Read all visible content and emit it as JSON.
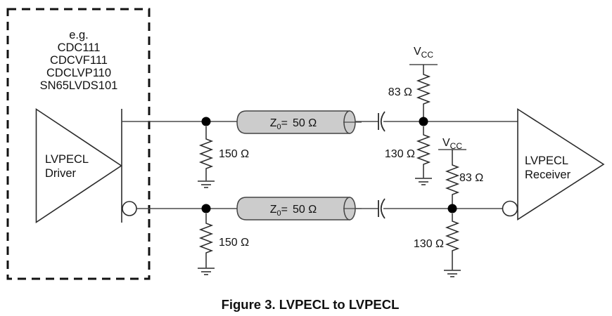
{
  "figure": {
    "caption": "Figure 3. LVPECL to LVPECL"
  },
  "driver": {
    "examples_heading": "e.g.",
    "examples": [
      "CDC111",
      "CDCVF111",
      "CDCLVP110",
      "SN65LVDS101"
    ],
    "label": [
      "LVPECL",
      "Driver"
    ]
  },
  "receiver": {
    "label": [
      "LVPECL",
      "Receiver"
    ]
  },
  "power_rail": {
    "name": "V",
    "sub": "CC"
  },
  "transmission_line": {
    "impedance_prefix": "Z",
    "impedance_sub": "0",
    "equals": "=",
    "impedance_value": "50 Ω"
  },
  "resistors": {
    "driver_top_pulldown": "150 Ω",
    "driver_bottom_pulldown": "150 Ω",
    "receiver_top_pullup": "83 Ω",
    "receiver_bottom_pullup": "83 Ω",
    "receiver_top_pulldown": "130 Ω",
    "receiver_bottom_pulldown": "130 Ω"
  },
  "colors": {
    "component_line": "#2b2b2b",
    "wire": "#4a4a4a",
    "cylinder_fill": "#cccccc",
    "junction_dot": "#000000",
    "background": "#ffffff"
  }
}
